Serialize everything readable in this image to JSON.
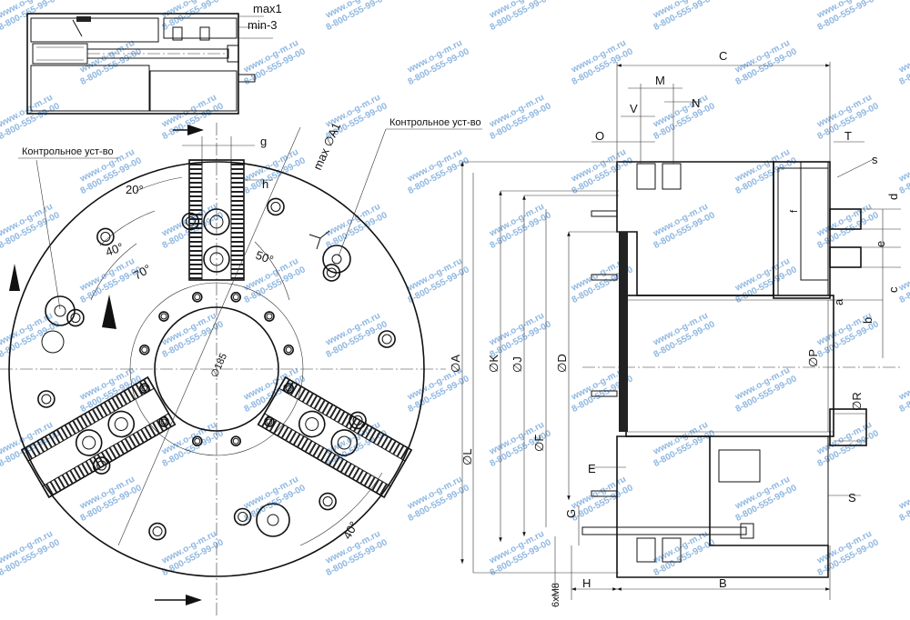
{
  "labels": {
    "max1": "max1",
    "min3": "min-3",
    "control_left": "Контрольное уст-во",
    "control_right": "Контрольное уст-во",
    "g": "g",
    "h": "h",
    "maxA1": "max ∅A1",
    "ang20": "20°",
    "ang40": "40°",
    "ang70": "70°",
    "ang50": "50°",
    "ang40b": "40°",
    "d185": "∅185",
    "C": "C",
    "M": "M",
    "V": "V",
    "N": "N",
    "O": "O",
    "T": "T",
    "s": "s",
    "d": "d",
    "e": "e",
    "c": "c",
    "a": "a",
    "b": "b",
    "f": "f",
    "A": "∅A",
    "K": "∅K",
    "J": "∅J",
    "D": "∅D",
    "P": "∅P",
    "R": "∅R",
    "L": "∅L",
    "F": "∅F",
    "E": "E",
    "G": "G",
    "S": "S",
    "H": "H",
    "B": "B",
    "M8": "6xM8"
  },
  "watermark": {
    "site": "www.o-g-m.ru",
    "phone": "8-800-555-99-00"
  },
  "colors": {
    "line": "#111111",
    "watermark": "#6aa0d8"
  }
}
